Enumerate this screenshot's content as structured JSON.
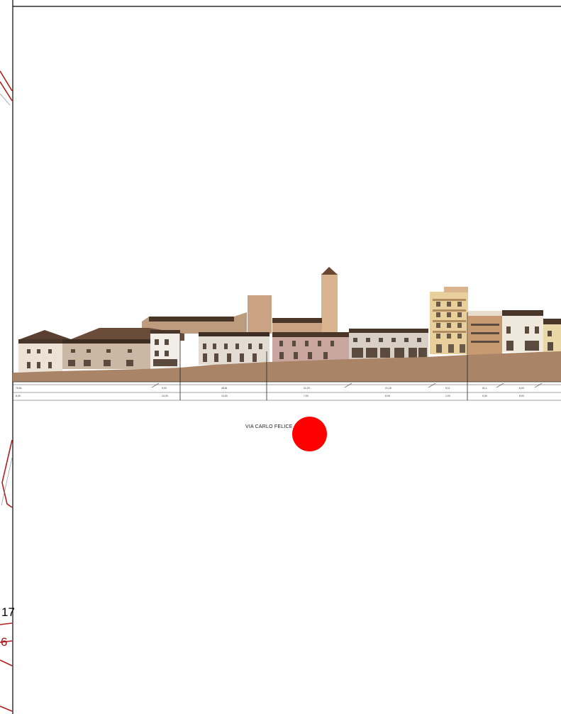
{
  "street_label": "VIA CARLO FELICE",
  "margin_numbers": [
    "17",
    "6"
  ],
  "elevation_dimensions": {
    "row1": [
      "75,61",
      "9,00",
      "28,61",
      "31,23",
      "21,16",
      "5,11",
      "51,1",
      "6,00"
    ],
    "row2": [
      "8,00",
      "14,00",
      "13,00",
      "7,00",
      "8,00",
      "1,00",
      "9,00",
      "8,00"
    ]
  },
  "colors": {
    "marker": "#ff0000",
    "site_lines": "#b01e1e",
    "ground": "#a98466",
    "facade": "#e8d5c3",
    "roof": "#4a3628"
  },
  "icons": [
    "red-marker-icon"
  ]
}
